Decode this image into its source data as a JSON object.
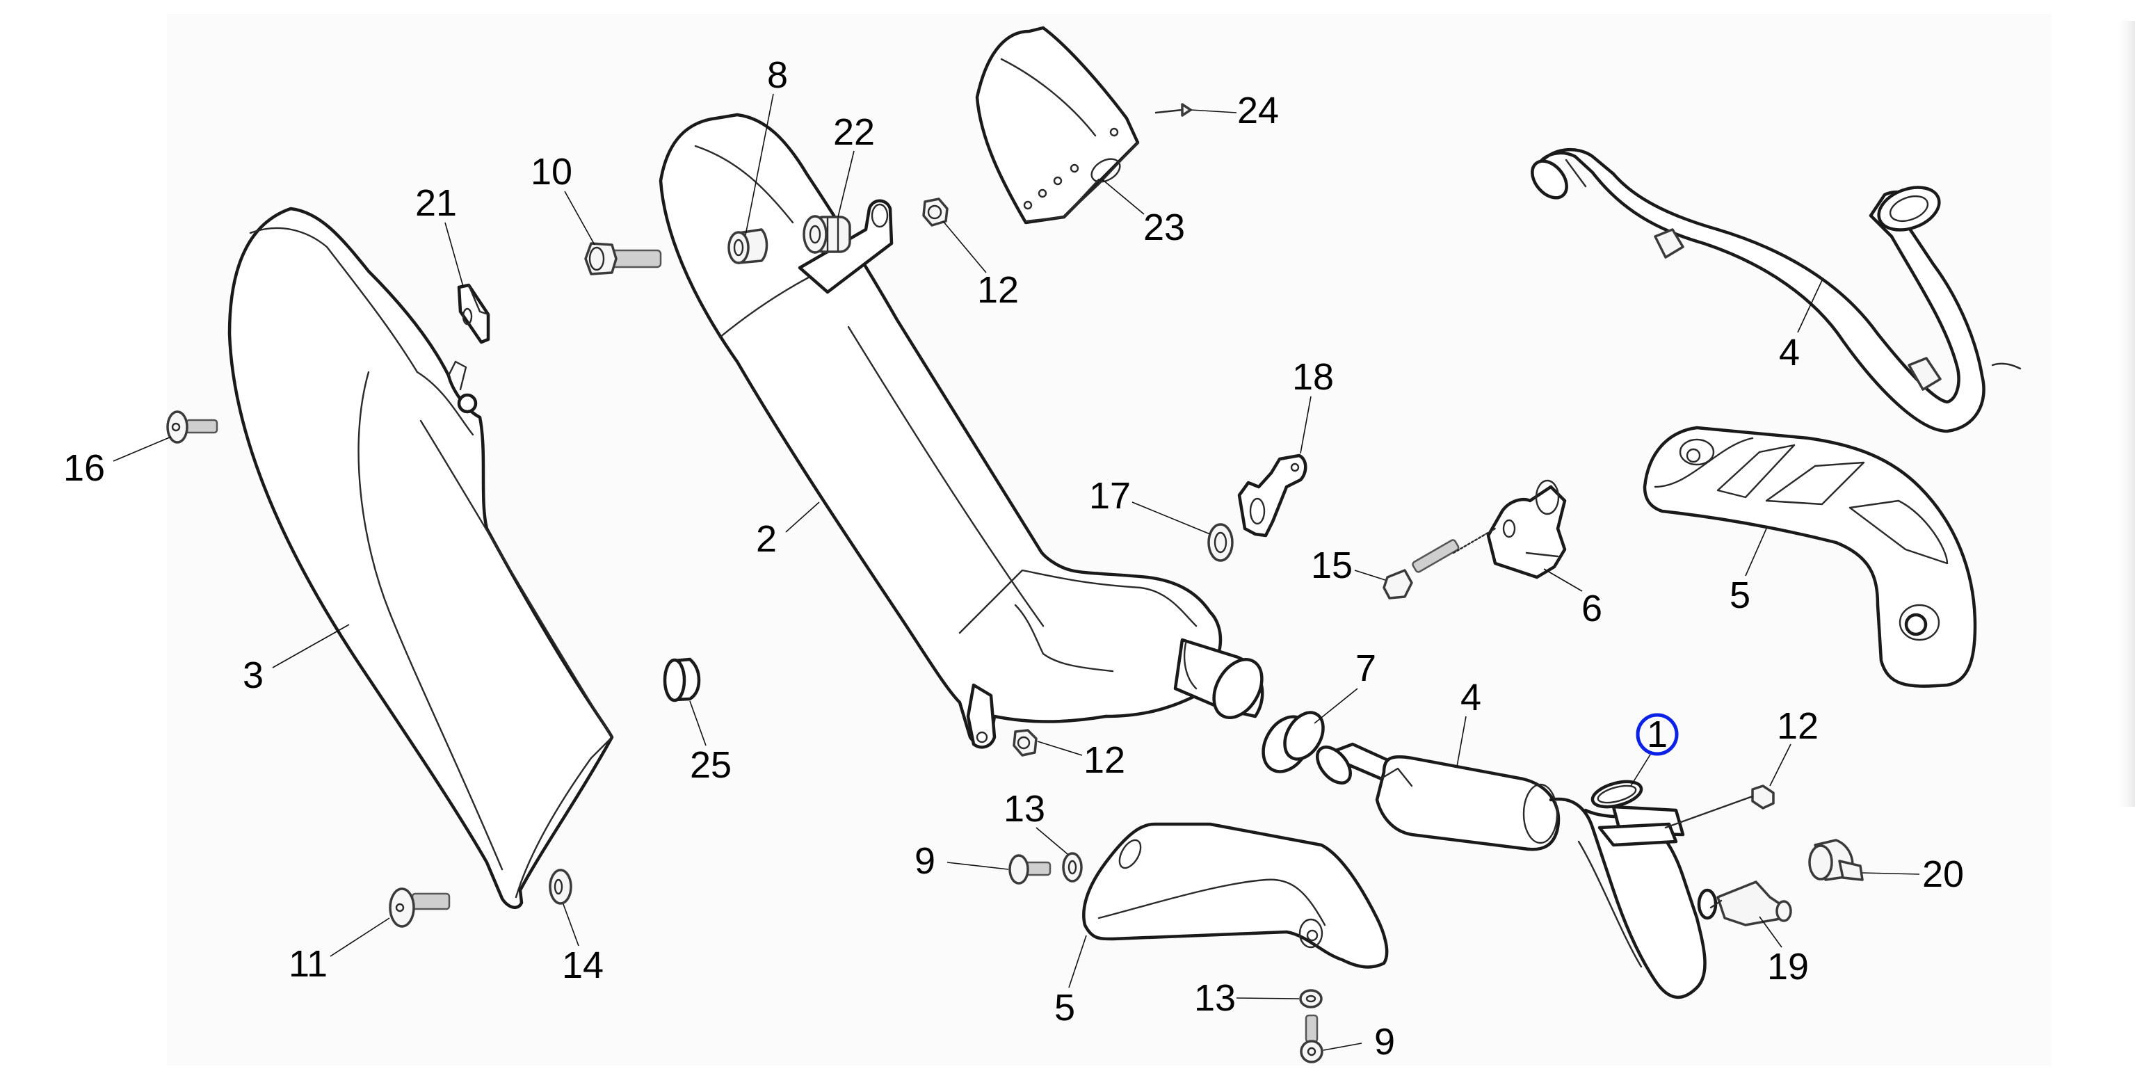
{
  "diagram": {
    "title": "Exhaust system exploded parts view",
    "highlight_color": "#0b22e6",
    "highlighted_part": "1"
  },
  "parts": [
    {
      "id": "gasket",
      "number": "1",
      "name": "Gasket"
    },
    {
      "id": "silencer",
      "number": "2",
      "name": "Silencer"
    },
    {
      "id": "silencer-heat-shield",
      "number": "3",
      "name": "Silencer heat shield"
    },
    {
      "id": "exhaust-pipe",
      "number": "4",
      "name": "Exhaust pipe"
    },
    {
      "id": "pipe-heat-shield",
      "number": "5",
      "name": "Pipe heat shield"
    },
    {
      "id": "clamp",
      "number": "6",
      "name": "Clamp"
    },
    {
      "id": "sleeve",
      "number": "7",
      "name": "Sleeve"
    },
    {
      "id": "spacer",
      "number": "8",
      "name": "Spacer"
    },
    {
      "id": "screw",
      "number": "9",
      "name": "Screw"
    },
    {
      "id": "flange-bolt",
      "number": "10",
      "name": "Flange bolt"
    },
    {
      "id": "button-screw",
      "number": "11",
      "name": "Button head screw"
    },
    {
      "id": "nut",
      "number": "12",
      "name": "Nut"
    },
    {
      "id": "washer",
      "number": "13",
      "name": "Washer"
    },
    {
      "id": "bushing",
      "number": "14",
      "name": "Bushing"
    },
    {
      "id": "clamp-bolt",
      "number": "15",
      "name": "Clamp bolt"
    },
    {
      "id": "screw-small",
      "number": "16",
      "name": "Screw"
    },
    {
      "id": "grommet",
      "number": "17",
      "name": "Grommet"
    },
    {
      "id": "bracket",
      "number": "18",
      "name": "Bracket"
    },
    {
      "id": "sensor",
      "number": "19",
      "name": "Sensor"
    },
    {
      "id": "connector",
      "number": "20",
      "name": "Connector"
    },
    {
      "id": "plate-nut",
      "number": "21",
      "name": "Plate nut"
    },
    {
      "id": "rubber-mount",
      "number": "22",
      "name": "Rubber mount"
    },
    {
      "id": "end-cap",
      "number": "23",
      "name": "End cap"
    },
    {
      "id": "rivet",
      "number": "24",
      "name": "Rivet"
    },
    {
      "id": "plug",
      "number": "25",
      "name": "Plug"
    }
  ],
  "callouts": [
    {
      "label": "8",
      "part": "spacer"
    },
    {
      "label": "22",
      "part": "rubber-mount"
    },
    {
      "label": "10",
      "part": "flange-bolt"
    },
    {
      "label": "21",
      "part": "plate-nut"
    },
    {
      "label": "24",
      "part": "rivet"
    },
    {
      "label": "23",
      "part": "end-cap"
    },
    {
      "label": "12",
      "part": "nut"
    },
    {
      "label": "16",
      "part": "screw-small"
    },
    {
      "label": "18",
      "part": "bracket"
    },
    {
      "label": "17",
      "part": "grommet"
    },
    {
      "label": "2",
      "part": "silencer"
    },
    {
      "label": "15",
      "part": "clamp-bolt"
    },
    {
      "label": "6",
      "part": "clamp"
    },
    {
      "label": "4",
      "part": "exhaust-pipe"
    },
    {
      "label": "5",
      "part": "pipe-heat-shield"
    },
    {
      "label": "3",
      "part": "silencer-heat-shield"
    },
    {
      "label": "7",
      "part": "sleeve"
    },
    {
      "label": "25",
      "part": "plug"
    },
    {
      "label": "12",
      "part": "nut"
    },
    {
      "label": "4",
      "part": "exhaust-pipe"
    },
    {
      "label": "1",
      "part": "gasket",
      "highlighted": true
    },
    {
      "label": "12",
      "part": "nut"
    },
    {
      "label": "13",
      "part": "washer"
    },
    {
      "label": "9",
      "part": "screw"
    },
    {
      "label": "20",
      "part": "connector"
    },
    {
      "label": "11",
      "part": "button-screw"
    },
    {
      "label": "14",
      "part": "bushing"
    },
    {
      "label": "19",
      "part": "sensor"
    },
    {
      "label": "5",
      "part": "pipe-heat-shield"
    },
    {
      "label": "13",
      "part": "washer"
    },
    {
      "label": "9",
      "part": "screw"
    }
  ]
}
